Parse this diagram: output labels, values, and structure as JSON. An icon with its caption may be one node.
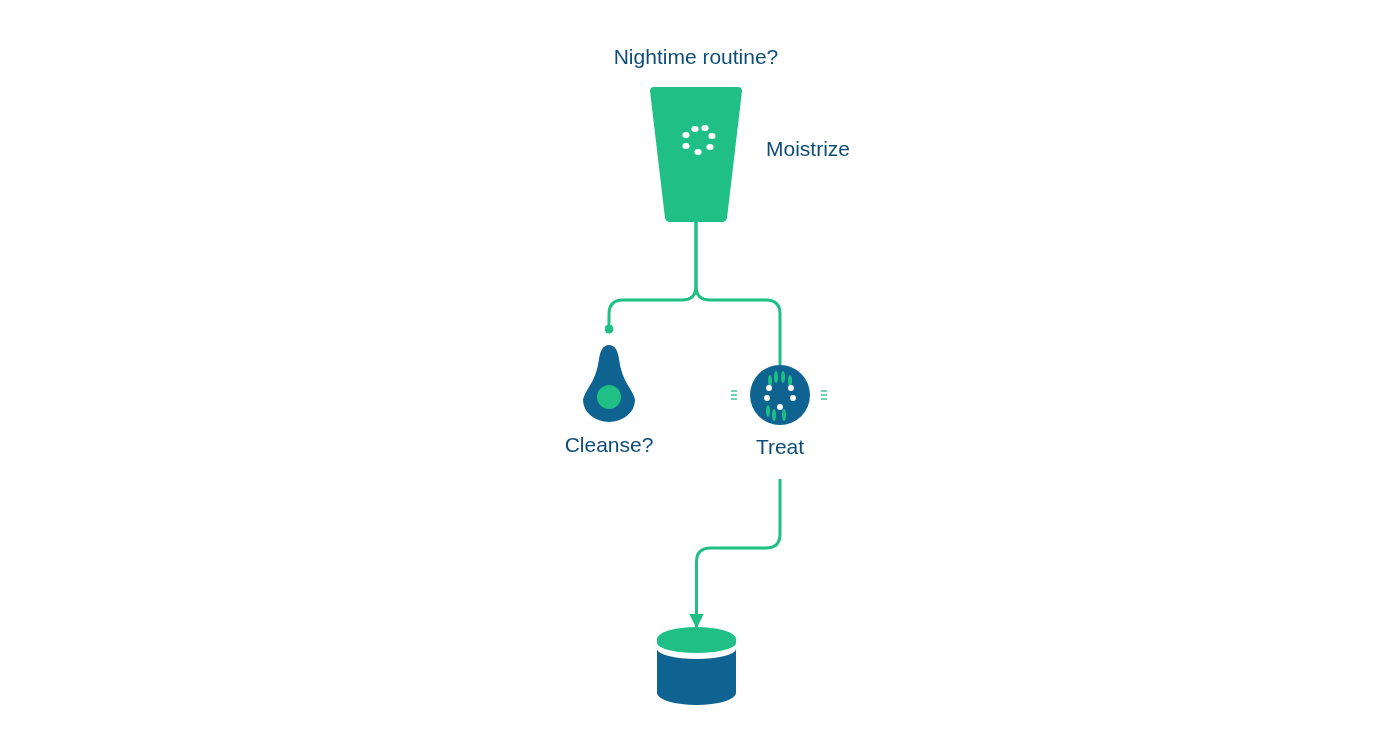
{
  "diagram": {
    "title": "Nightime routine?",
    "nodes": [
      {
        "text": [],
        "shape": "picture",
        "beside": [
          "Moistrize"
        ]
      },
      {
        "text": [],
        "shape": "picture",
        "beside": [
          "Cleanse?"
        ]
      },
      {
        "text": [],
        "shape": "circle",
        "beside": [
          "Treat"
        ]
      },
      {
        "text": [],
        "shape": "cylinder"
      }
    ],
    "edges": [
      {
        "from": 0,
        "to": 1,
        "arrow": "other"
      },
      {
        "from": 0,
        "to": 2,
        "arrow": "none"
      },
      {
        "from": 2,
        "to": 3,
        "arrow": "to"
      }
    ]
  }
}
